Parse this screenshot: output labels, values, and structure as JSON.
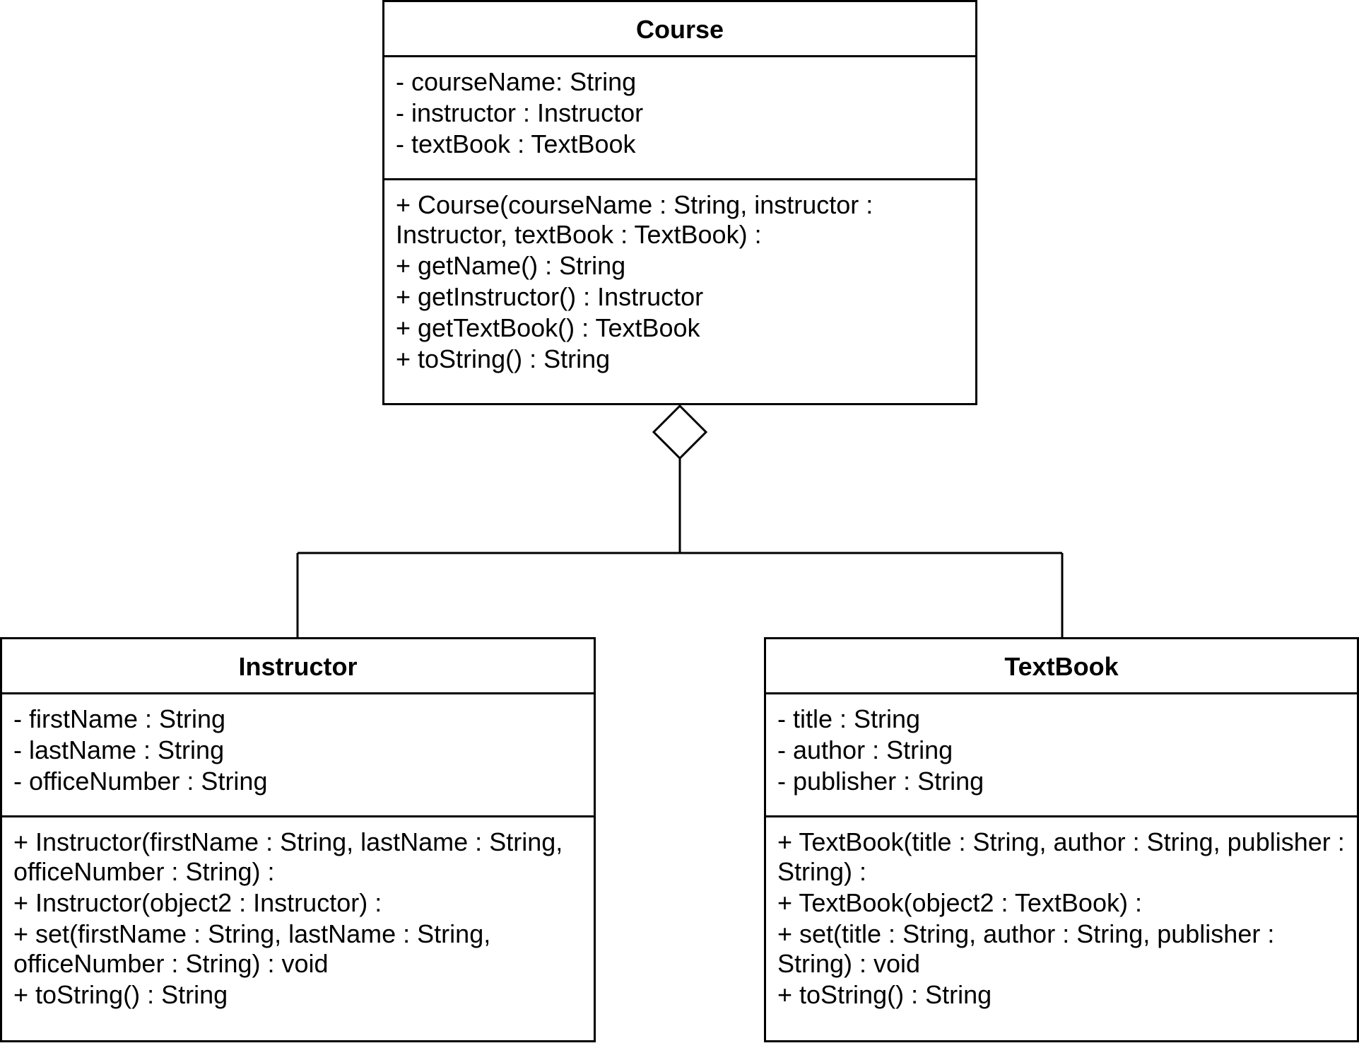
{
  "classes": {
    "course": {
      "name": "Course",
      "attributes": [
        "- courseName: String",
        "- instructor : Instructor",
        "- textBook : TextBook"
      ],
      "methods": [
        "+ Course(courseName : String, instructor : Instructor, textBook : TextBook) :",
        "+ getName() : String",
        "+ getInstructor() : Instructor",
        "+ getTextBook() : TextBook",
        "+ toString() : String"
      ]
    },
    "instructor": {
      "name": "Instructor",
      "attributes": [
        "- firstName : String",
        "- lastName : String",
        "- officeNumber : String"
      ],
      "methods": [
        "+ Instructor(firstName : String, lastName : String, officeNumber : String) :",
        "+ Instructor(object2 : Instructor) :",
        "+ set(firstName : String, lastName : String, officeNumber : String) : void",
        "+ toString() : String"
      ]
    },
    "textbook": {
      "name": "TextBook",
      "attributes": [
        "- title : String",
        "- author : String",
        "- publisher : String"
      ],
      "methods": [
        "+ TextBook(title : String, author : String, publisher : String) :",
        "+ TextBook(object2 : TextBook) :",
        "+ set(title : String, author : String, publisher : String) : void",
        "+ toString() : String"
      ]
    }
  },
  "relationships": [
    {
      "type": "aggregation",
      "whole": "Course",
      "parts": [
        "Instructor",
        "TextBook"
      ]
    }
  ]
}
